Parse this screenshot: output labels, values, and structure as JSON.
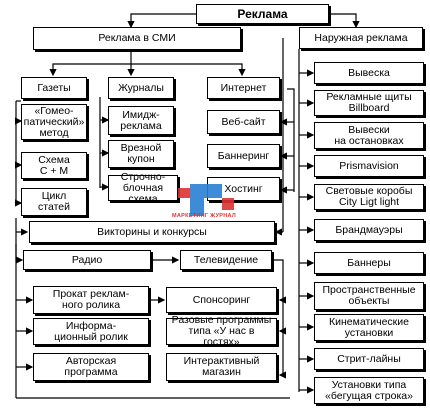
{
  "root": "Реклама",
  "smi": {
    "title": "Реклама в СМИ",
    "gazety": {
      "title": "Газеты",
      "items": [
        "«Гомео-\nпатический»\nметод",
        "Схема\nC + M",
        "Цикл\nстатей"
      ]
    },
    "zhurnaly": {
      "title": "Журналы",
      "items": [
        "Имидж-\nреклама",
        "Врезной\nкупон",
        "Строчно-\nблочная схема"
      ]
    },
    "internet": {
      "title": "Интернет",
      "items": [
        "Веб-сайт",
        "Баннеринг",
        "Хостинг"
      ]
    },
    "viktoriny": "Викторины и конкурсы",
    "radio": "Радио",
    "televidenie": "Телевидение",
    "media_items": [
      "Прокат реклам-\nного ролика",
      "Спонсоринг",
      "Информа-\nционный ролик",
      "Разовые программы\nтипа «У нас в гостях»",
      "Авторская\nпрограмма",
      "Интерактивный\nмагазин"
    ]
  },
  "outdoor": {
    "title": "Наружная реклама",
    "items": [
      "Вывеска",
      "Рекламные щиты\nBillboard",
      "Вывески\nна остановках",
      "Prismavision",
      "Световые коробы\nCity Ligt light",
      "Брандмауэры",
      "Баннеры",
      "Пространственные\nобъекты",
      "Кинематические\nустановки",
      "Стрит-лайны",
      "Установки типа\n«бегущая строка»"
    ]
  },
  "watermark": {
    "letter": "Р",
    "text": "МАРКЕТИНГ ЖУРНАЛ",
    "colors": {
      "blue": "#2a7fd4",
      "red": "#d33"
    }
  }
}
